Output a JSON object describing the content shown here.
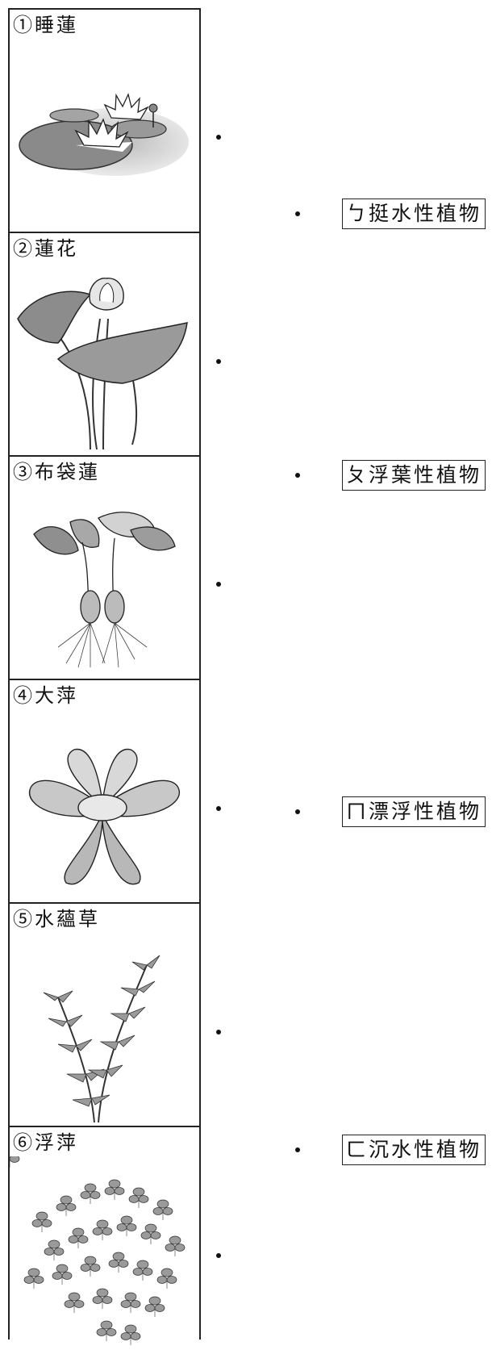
{
  "plants": [
    {
      "id": "water-lily",
      "label": "①睡蓮"
    },
    {
      "id": "lotus",
      "label": "②蓮花"
    },
    {
      "id": "water-hyacinth",
      "label": "③布袋蓮"
    },
    {
      "id": "water-lettuce",
      "label": "④大萍"
    },
    {
      "id": "hydrilla",
      "label": "⑤水蘊草"
    },
    {
      "id": "duckweed",
      "label": "⑥浮萍"
    }
  ],
  "categories": [
    {
      "id": "emergent",
      "label": "ㄅ挺水性植物"
    },
    {
      "id": "floating-leaf",
      "label": "ㄆ浮葉性植物"
    },
    {
      "id": "free-floating",
      "label": "ㄇ漂浮性植物"
    },
    {
      "id": "submerged",
      "label": "ㄈ沉水性植物"
    }
  ]
}
